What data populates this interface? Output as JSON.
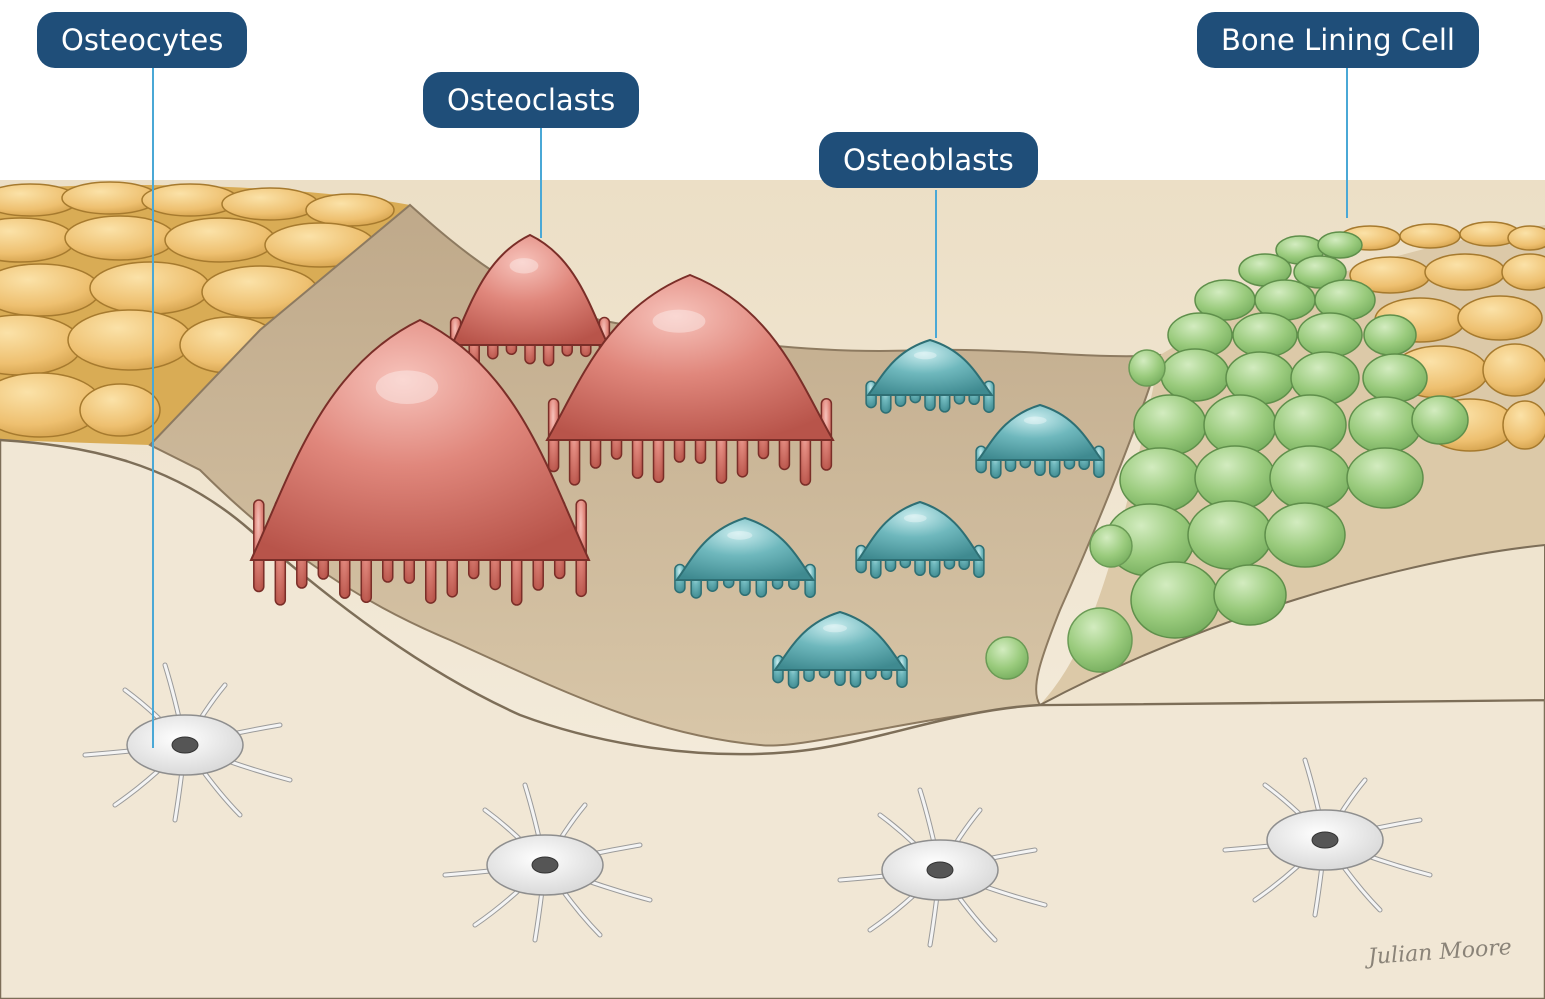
{
  "labels": {
    "osteocytes": "Osteocytes",
    "osteoclasts": "Osteoclasts",
    "osteoblasts": "Osteoblasts",
    "bone_lining_cell": "Bone Lining Cell"
  },
  "signature": "Julian Moore",
  "colors": {
    "label_bg": "#1f4e79",
    "leader_line": "#4aa8d6",
    "bone": "#efe3cd",
    "resorption_pit": "#c9b597",
    "osteoclast": "#d9766b",
    "osteoblast": "#5aa8ad",
    "bone_lining_cell": "#94c778",
    "surface_cells": "#e8bd63"
  }
}
